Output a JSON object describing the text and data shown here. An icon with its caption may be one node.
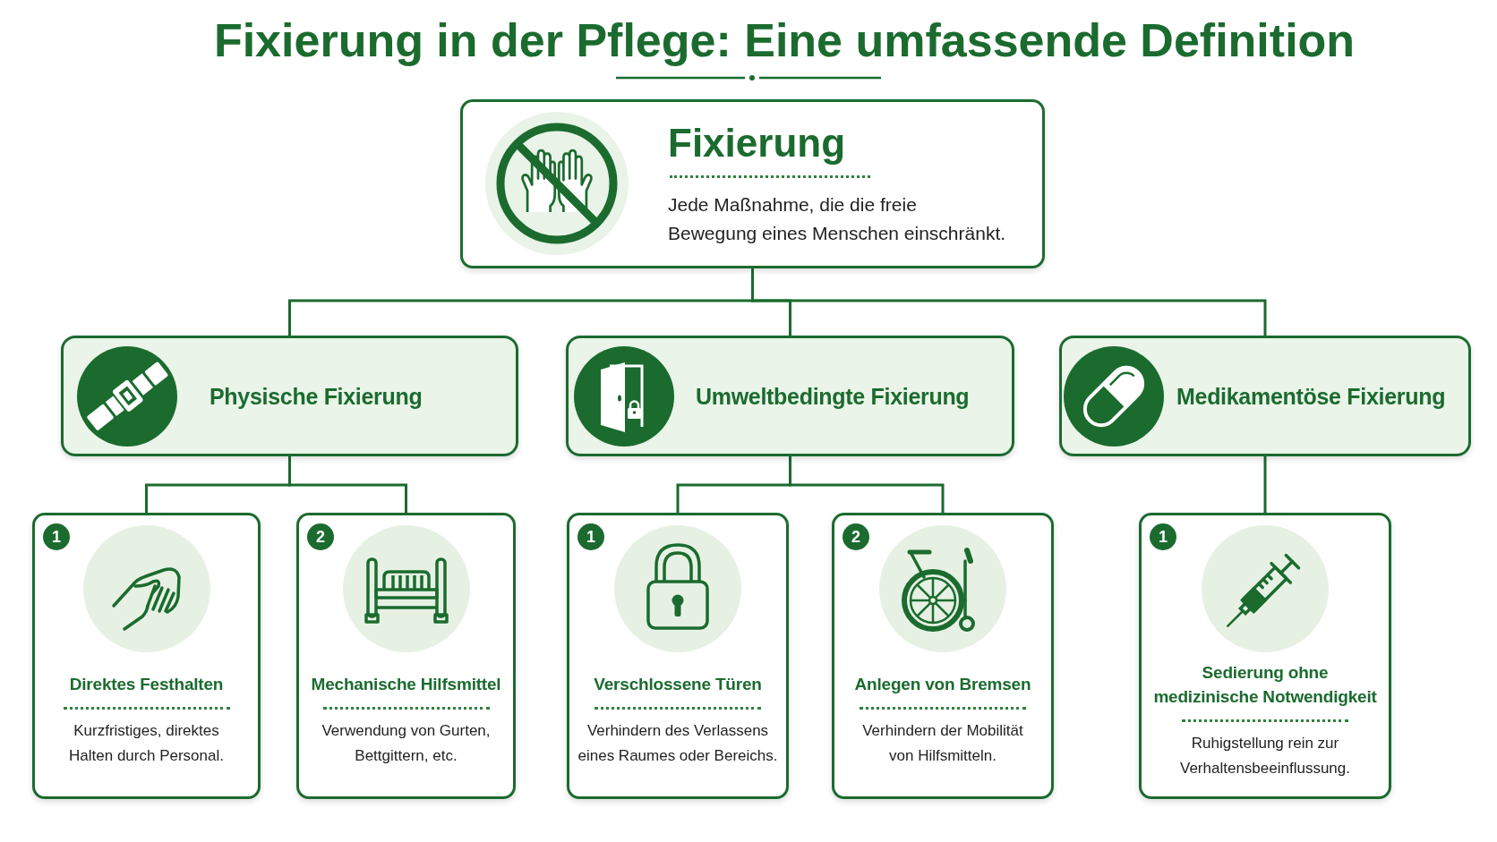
{
  "diagram": {
    "title": "Fixierung in der Pflege: Eine umfassende Definition",
    "nodes": [
      {
        "text": [
          "Fixierung",
          "Jede Maßnahme, die die freie Bewegung eines Menschen einschränkt."
        ]
      },
      {
        "text": [
          "Physische Fixierung"
        ]
      },
      {
        "text": [
          "Umweltbedingte Fixierung"
        ]
      },
      {
        "text": [
          "Medikamentöse Fixierung"
        ]
      },
      {
        "text": [
          "1",
          "Direktes Festhalten",
          "Kurzfristiges, direktes Halten durch Personal."
        ]
      },
      {
        "text": [
          "2",
          "Mechanische Hilfsmittel",
          "Verwendung von Gurten, Bettgittern, etc."
        ]
      },
      {
        "text": [
          "1",
          "Verschlossene Türen",
          "Verhindern des Verlassens eines Raumes oder Bereichs."
        ]
      },
      {
        "text": [
          "2",
          "Anlegen von Bremsen",
          "Verhindern der Mobilität von Hilfsmitteln."
        ]
      },
      {
        "text": [
          "1",
          "Sedierung ohne medizinische Notwendigkeit",
          "Ruhigstellung rein zur Verhaltensbeeinflussung."
        ]
      }
    ],
    "edges": [
      {
        "from": 0,
        "to": 1,
        "arrow": "none"
      },
      {
        "from": 0,
        "to": 2,
        "arrow": "none"
      },
      {
        "from": 0,
        "to": 3,
        "arrow": "none"
      },
      {
        "from": 1,
        "to": 4,
        "arrow": "none"
      },
      {
        "from": 1,
        "to": 5,
        "arrow": "none"
      },
      {
        "from": 2,
        "to": 6,
        "arrow": "none"
      },
      {
        "from": 2,
        "to": 7,
        "arrow": "none"
      },
      {
        "from": 3,
        "to": 8,
        "arrow": "none"
      }
    ]
  }
}
